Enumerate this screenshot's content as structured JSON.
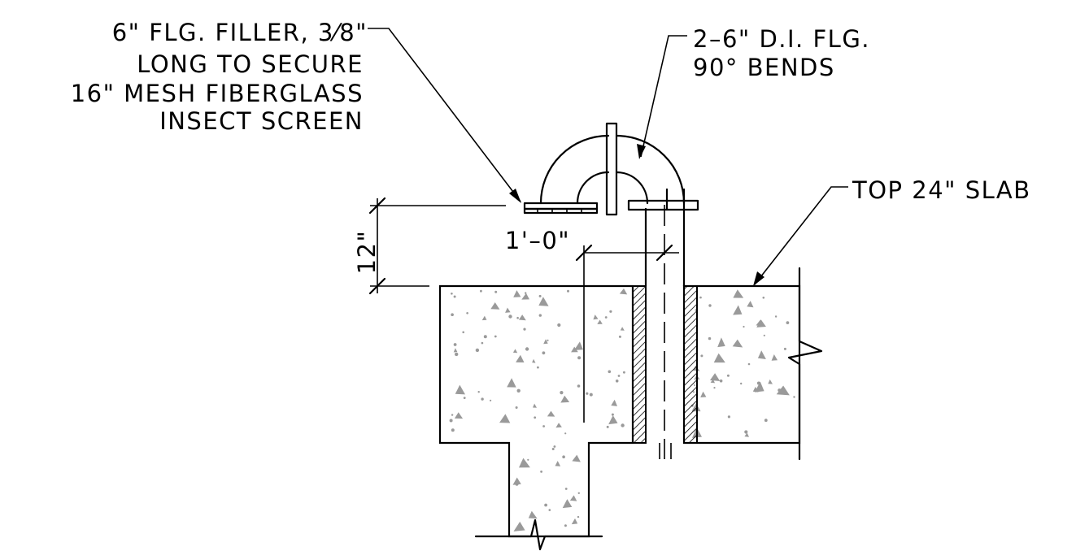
{
  "callouts": {
    "filler": {
      "line1_a": "6\" FLG. FILLER, ",
      "line1_frac": "3⁄8",
      "line1_b": "\"",
      "line2": "LONG TO SECURE",
      "line3": "16\" MESH FIBERGLASS",
      "line4": "INSECT SCREEN"
    },
    "bends": {
      "line1": "2–6\" D.I. FLG.",
      "line2": "90° BENDS"
    },
    "slab": {
      "line1": "TOP 24\" SLAB"
    }
  },
  "dimensions": {
    "vertical": "12\"",
    "horizontal": "1'–0\""
  }
}
